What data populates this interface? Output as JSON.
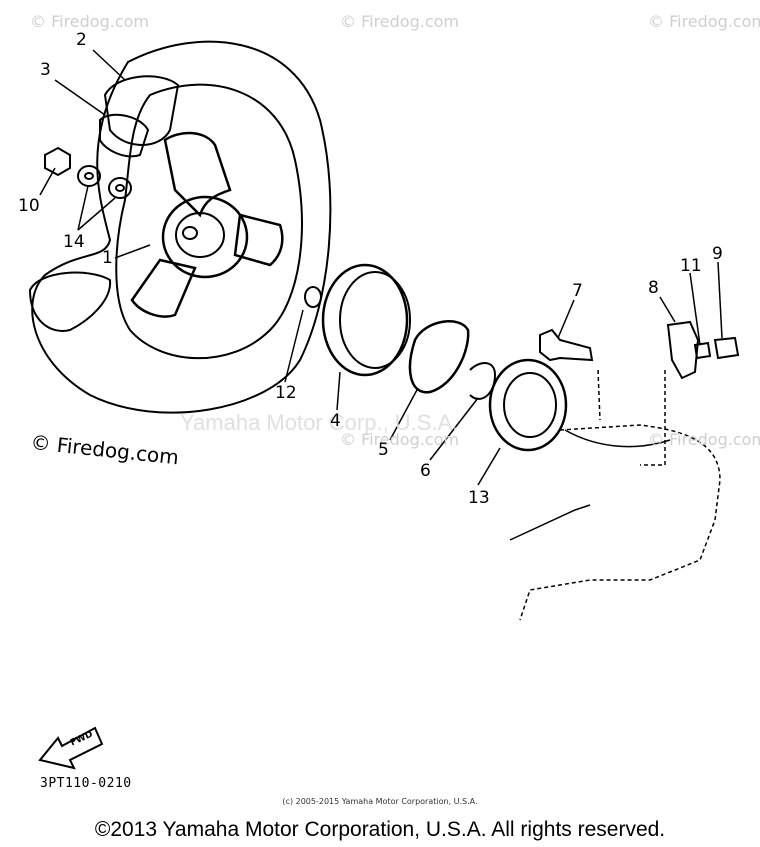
{
  "callouts": [
    "1",
    "2",
    "3",
    "4",
    "5",
    "6",
    "7",
    "8",
    "9",
    "10",
    "11",
    "12",
    "13",
    "14"
  ],
  "watermarks": {
    "corner": "© Firedog.com",
    "light": "© Firedog.com",
    "center": "Yamaha Motor Corp., U.S.A.",
    "dark": "© Firedog.com"
  },
  "arrow_label": "FWD",
  "diagram_code": "3PT110-0210",
  "small_copyright": "(c) 2005-2015 Yamaha Motor Corporation, U.S.A.",
  "main_copyright": "©2013 Yamaha Motor Corporation, U.S.A. All rights reserved."
}
